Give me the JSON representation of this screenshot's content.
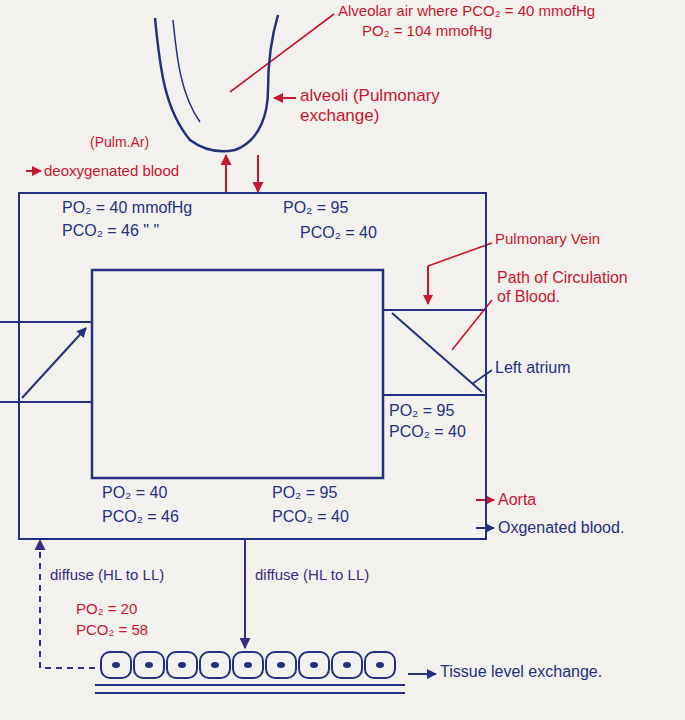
{
  "diagram": {
    "nodes": [
      {
        "text": [
          "alveoli (Pulmonary exchange)"
        ]
      },
      {
        "text": [
          "Path of Circulation of Blood."
        ]
      },
      {
        "text": [
          "Tissue level exchange."
        ]
      }
    ],
    "edges": [
      {
        "from": 1,
        "to": 0,
        "arrow": "to"
      },
      {
        "from": 0,
        "to": 1,
        "arrow": "to"
      },
      {
        "from": 2,
        "to": 1,
        "arrow": "to",
        "label": "diffuse (HL to LL)"
      },
      {
        "from": 1,
        "to": 2,
        "arrow": "to",
        "label": "diffuse (HL to LL)"
      }
    ],
    "labels": [
      "Alveolar air where PCO₂ = 40 mmofHg",
      "PO₂ = 104 mmofHg",
      "(Pulm.Ar)",
      "deoxygenated blood",
      "PO₂ = 40 mmofHg",
      "PCO₂ = 46 \" \"",
      "PO₂ = 95",
      "PCO₂ = 40",
      "Pulmonary Vein",
      "PO₂ = 95",
      "PCO₂ = 40",
      "Left atrium",
      "PO₂ = 40",
      "PCO₂ = 46",
      "PO₂ = 95",
      "PCO₂ = 40",
      "Aorta",
      "Oxgenated blood.",
      "PO₂ = 20",
      "PCO₂ = 58"
    ]
  }
}
